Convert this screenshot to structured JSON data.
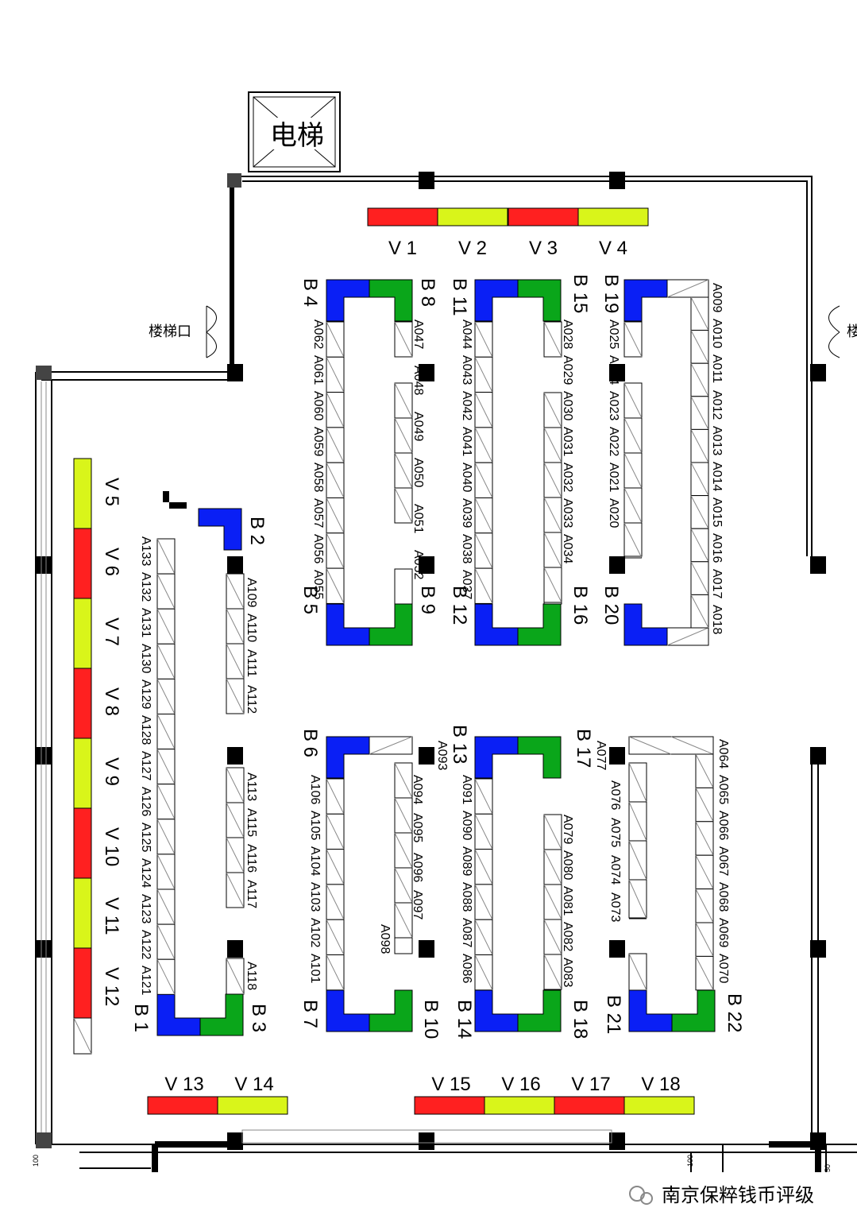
{
  "elevator": {
    "label": "电梯"
  },
  "stairs": {
    "label_left": "楼梯口",
    "label_right": "楼"
  },
  "scale_marks": [
    "100",
    "100",
    "50"
  ],
  "watermark": {
    "text": "南京保粹钱币评级"
  },
  "colors": {
    "red": "#ff2020",
    "yellow": "#d9f51a",
    "blue": "#0a1ff5",
    "green": "#0aa61a",
    "wall": "#000000"
  },
  "vip_booths": [
    {
      "label": "V 1",
      "color": "red"
    },
    {
      "label": "V 2",
      "color": "yellow"
    },
    {
      "label": "V 3",
      "color": "red"
    },
    {
      "label": "V 4",
      "color": "yellow"
    },
    {
      "label": "V 5",
      "color": "yellow"
    },
    {
      "label": "V 6",
      "color": "red"
    },
    {
      "label": "V 7",
      "color": "yellow"
    },
    {
      "label": "V 8",
      "color": "red"
    },
    {
      "label": "V 9",
      "color": "yellow"
    },
    {
      "label": "V 10",
      "color": "red"
    },
    {
      "label": "V 11",
      "color": "yellow"
    },
    {
      "label": "V 12",
      "color": "red"
    },
    {
      "label": "V 13",
      "color": "red"
    },
    {
      "label": "V 14",
      "color": "yellow"
    },
    {
      "label": "V 15",
      "color": "red"
    },
    {
      "label": "V 16",
      "color": "yellow"
    },
    {
      "label": "V 17",
      "color": "red"
    },
    {
      "label": "V 18",
      "color": "yellow"
    }
  ],
  "b_booths": [
    "B 1",
    "B 2",
    "B 3",
    "B 4",
    "B 5",
    "B 6",
    "B 7",
    "B 8",
    "B 9",
    "B 10",
    "B 11",
    "B 12",
    "B 13",
    "B 14",
    "B 15",
    "B 16",
    "B 17",
    "B 18",
    "B 19",
    "B 20",
    "B 21",
    "B 22"
  ],
  "a_rows": [
    [
      "A009",
      "A010",
      "A011",
      "A012",
      "A013",
      "A014",
      "A015",
      "A016",
      "A017",
      "A018"
    ],
    [
      "A025",
      "A024",
      "A023",
      "A022",
      "A021",
      "A020"
    ],
    [
      "A028",
      "A029",
      "A030",
      "A031",
      "A032",
      "A033",
      "A034"
    ],
    [
      "A044",
      "A043",
      "A042",
      "A041",
      "A040",
      "A039",
      "A038",
      "A037"
    ],
    [
      "A047",
      "A048",
      "A049",
      "A050",
      "A051",
      "A052"
    ],
    [
      "A062",
      "A061",
      "A060",
      "A059",
      "A058",
      "A057",
      "A056",
      "A055"
    ],
    [
      "A064",
      "A065",
      "A066",
      "A067",
      "A068",
      "A069",
      "A070"
    ],
    [
      "A077",
      "A076",
      "A075",
      "A074",
      "A073"
    ],
    [
      "A079",
      "A080",
      "A081",
      "A082",
      "A083"
    ],
    [
      "A091",
      "A090",
      "A089",
      "A088",
      "A087",
      "A086"
    ],
    [
      "A093",
      "A094",
      "A095",
      "A096",
      "A097",
      "A098"
    ],
    [
      "A106",
      "A105",
      "A104",
      "A103",
      "A102",
      "A101"
    ],
    [
      "A109",
      "A110",
      "A111",
      "A112"
    ],
    [
      "A113",
      "A115",
      "A116",
      "A117",
      "A118"
    ],
    [
      "A133",
      "A132",
      "A131",
      "A130",
      "A129",
      "A128",
      "A127",
      "A126",
      "A125",
      "A124",
      "A123",
      "A122",
      "A121"
    ]
  ]
}
